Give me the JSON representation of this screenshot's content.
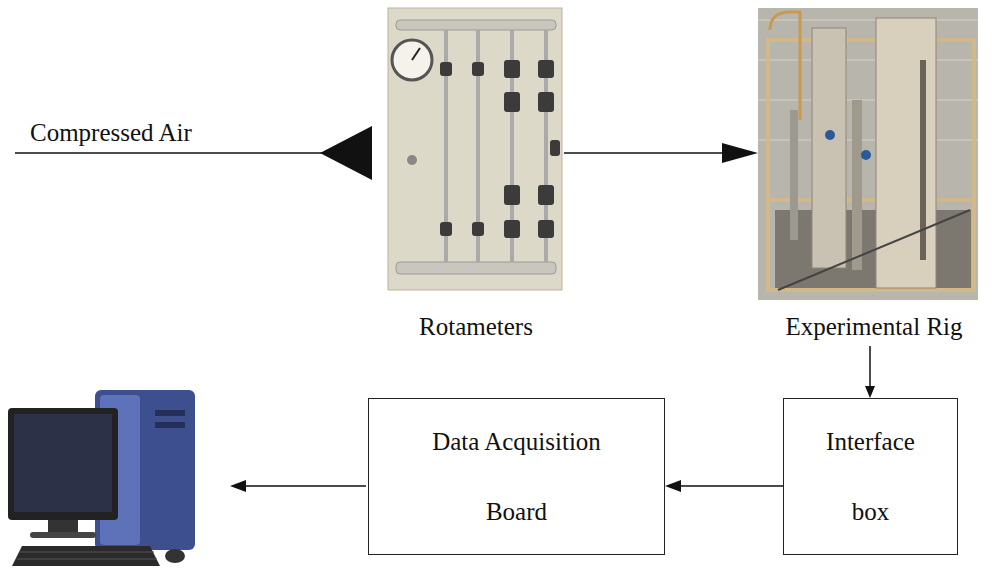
{
  "diagram": {
    "nodes": [
      {
        "text": [
          "Rotameters"
        ]
      },
      {
        "text": [
          "Experimental Rig"
        ]
      },
      {
        "text": [
          "Data Acquisition Board"
        ]
      },
      {
        "text": [
          "Interface box"
        ]
      }
    ],
    "edges": [
      {
        "from": 0,
        "to": 1,
        "arrow": "to"
      },
      {
        "from": 1,
        "to": 3,
        "arrow": "to"
      },
      {
        "from": 3,
        "to": 2,
        "arrow": "to"
      }
    ],
    "labels": [
      "Compressed Air"
    ]
  }
}
